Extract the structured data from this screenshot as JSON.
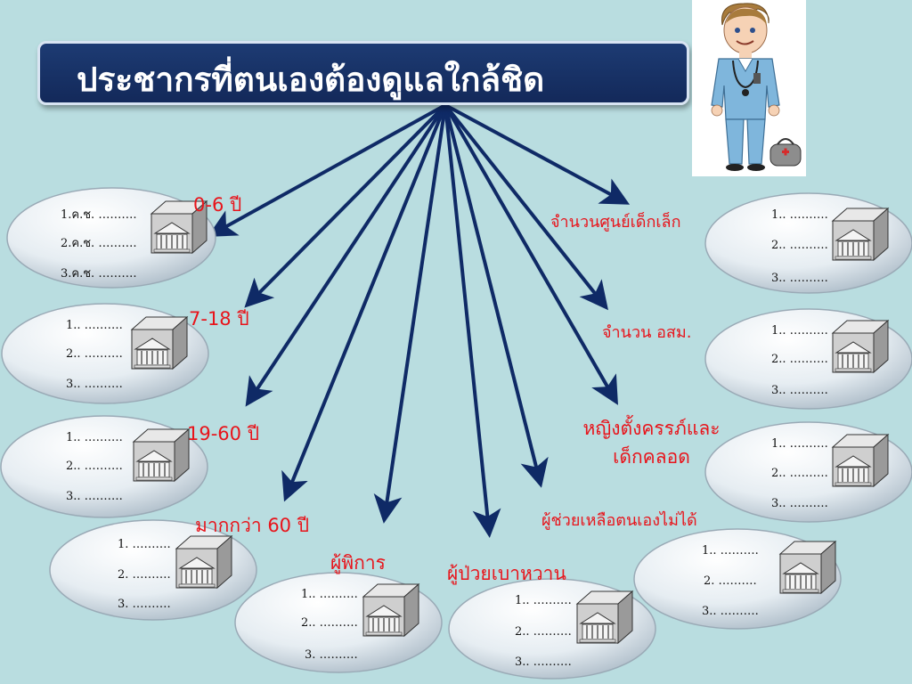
{
  "title": "ประชากรที่ตนเองต้องดูแลใกล้ชิด",
  "categories": [
    {
      "label": "0-6 ปี"
    },
    {
      "label": "7-18 ปี"
    },
    {
      "label": "19-60 ปี"
    },
    {
      "label": "มากกว่า 60 ปี"
    },
    {
      "label": "ผู้พิการ"
    },
    {
      "label": "ผู้ป่วยเบาหวาน"
    },
    {
      "label": "ผู้ช่วยเหลือตนเองไม่ได้"
    },
    {
      "label_line1": "หญิงตั้งครรภ์และ",
      "label_line2": "เด็กคลอด"
    },
    {
      "label": "จำนวน  อสม."
    },
    {
      "label": "จำนวนศูนย์เด็กเล็ก"
    }
  ],
  "ovals": [
    {
      "lines": [
        "1.ค.ช. ……….",
        "2.ค.ช. ……….",
        "3.ค.ช. ………."
      ]
    },
    {
      "lines": [
        "1.. ……….",
        "2.. ……….",
        "3.. ………."
      ]
    },
    {
      "lines": [
        "1.. ……….",
        "2.. ……….",
        "3.. ………."
      ]
    },
    {
      "lines": [
        "1. ……….",
        "2. ……….",
        "3. ………."
      ]
    },
    {
      "lines": [
        "1.. ……….",
        "2.. ……….",
        "3. ………."
      ]
    },
    {
      "lines": [
        "1.. ……….",
        "2.. ……….",
        "3.. ………."
      ]
    },
    {
      "lines": [
        "1.. ……….",
        "2. ……….",
        "3.. ………."
      ]
    },
    {
      "lines": [
        "1.. ……….",
        "2.. ……….",
        "3.. ………."
      ]
    },
    {
      "lines": [
        "1.. ……….",
        "2.. ……….",
        "3.. ………."
      ]
    },
    {
      "lines": [
        "1.. ……….",
        "2.. ……….",
        "3.. ………."
      ]
    }
  ],
  "colors": {
    "background": "#b9dde0",
    "title_box": "#1d3b73",
    "arrow": "#0f2a66",
    "label_red": "#e8141b"
  },
  "icons": {
    "building": "building-icon",
    "doctor": "doctor-illustration"
  }
}
